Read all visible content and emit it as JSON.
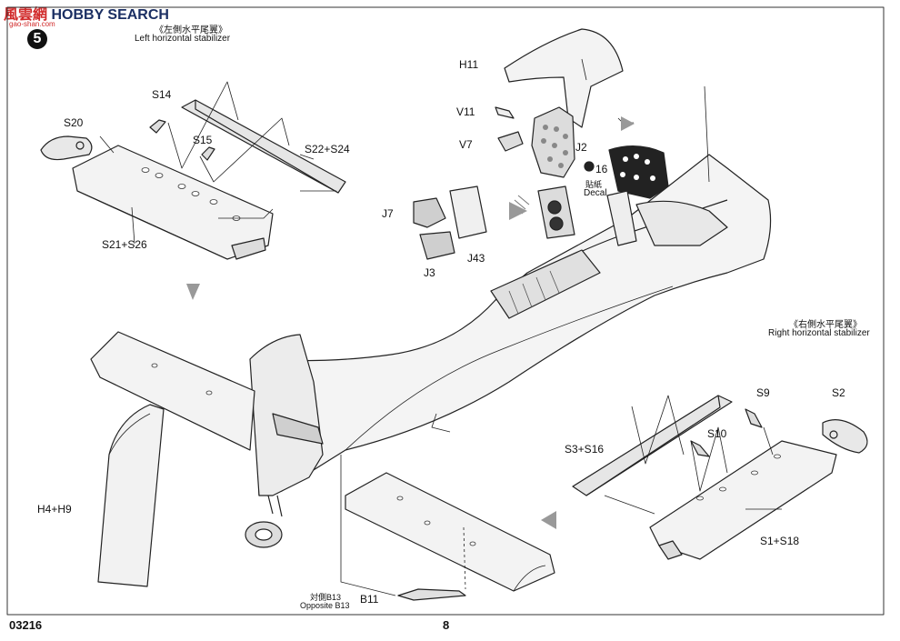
{
  "watermark": {
    "cn": "風雲網",
    "en": "HOBBY SEARCH",
    "url": "gao-shan.com"
  },
  "step": "5",
  "captions": {
    "left_stab_cn": "《左側水平尾翼》",
    "left_stab_en": "Left horizontal stabilizer",
    "right_stab_cn": "《右側水平尾翼》",
    "right_stab_en": "Right horizontal stabilizer",
    "decal_cn": "貼紙",
    "decal_en": "Decal",
    "opposite_cn": "対側B13",
    "opposite_en": "Opposite B13"
  },
  "parts": {
    "s20": "S20",
    "s14": "S14",
    "s15": "S15",
    "s22_s24": "S22+S24",
    "s21_s26": "S21+S26",
    "h11": "H11",
    "v11": "V11",
    "v7": "V7",
    "j2": "J2",
    "decal_num": "16",
    "j7": "J7",
    "j43": "J43",
    "j3": "J3",
    "h4_h9": "H4+H9",
    "b11": "B11",
    "s9": "S9",
    "s2": "S2",
    "s10": "S10",
    "s3_s16": "S3+S16",
    "s1_s18": "S1+S18"
  },
  "footer": {
    "code": "03216",
    "page": "8"
  }
}
